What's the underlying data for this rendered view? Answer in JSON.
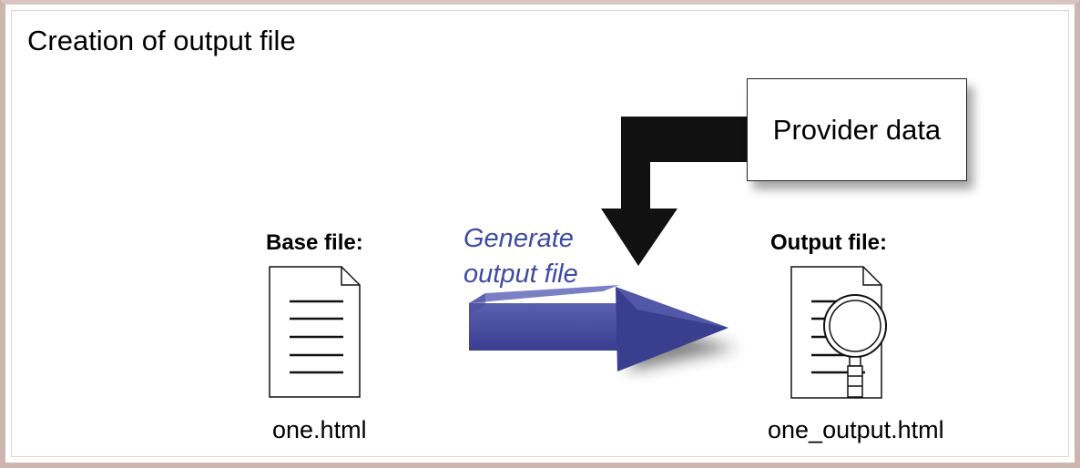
{
  "title": "Creation of output file",
  "provider_box": {
    "label": "Provider data"
  },
  "base_file": {
    "heading": "Base file:",
    "filename": "one.html",
    "icon": "document-icon"
  },
  "output_file": {
    "heading": "Output file:",
    "filename": "one_output.html",
    "icon": "document-magnifier-icon"
  },
  "process": {
    "line1": "Generate",
    "line2": "output file",
    "arrow_icon": "right-arrow-icon"
  },
  "colors": {
    "arrow_blue": "#3a3e8f",
    "down_arrow": "#111111",
    "frame": "#cdb5b0",
    "generate_text": "#3f4ba4"
  }
}
